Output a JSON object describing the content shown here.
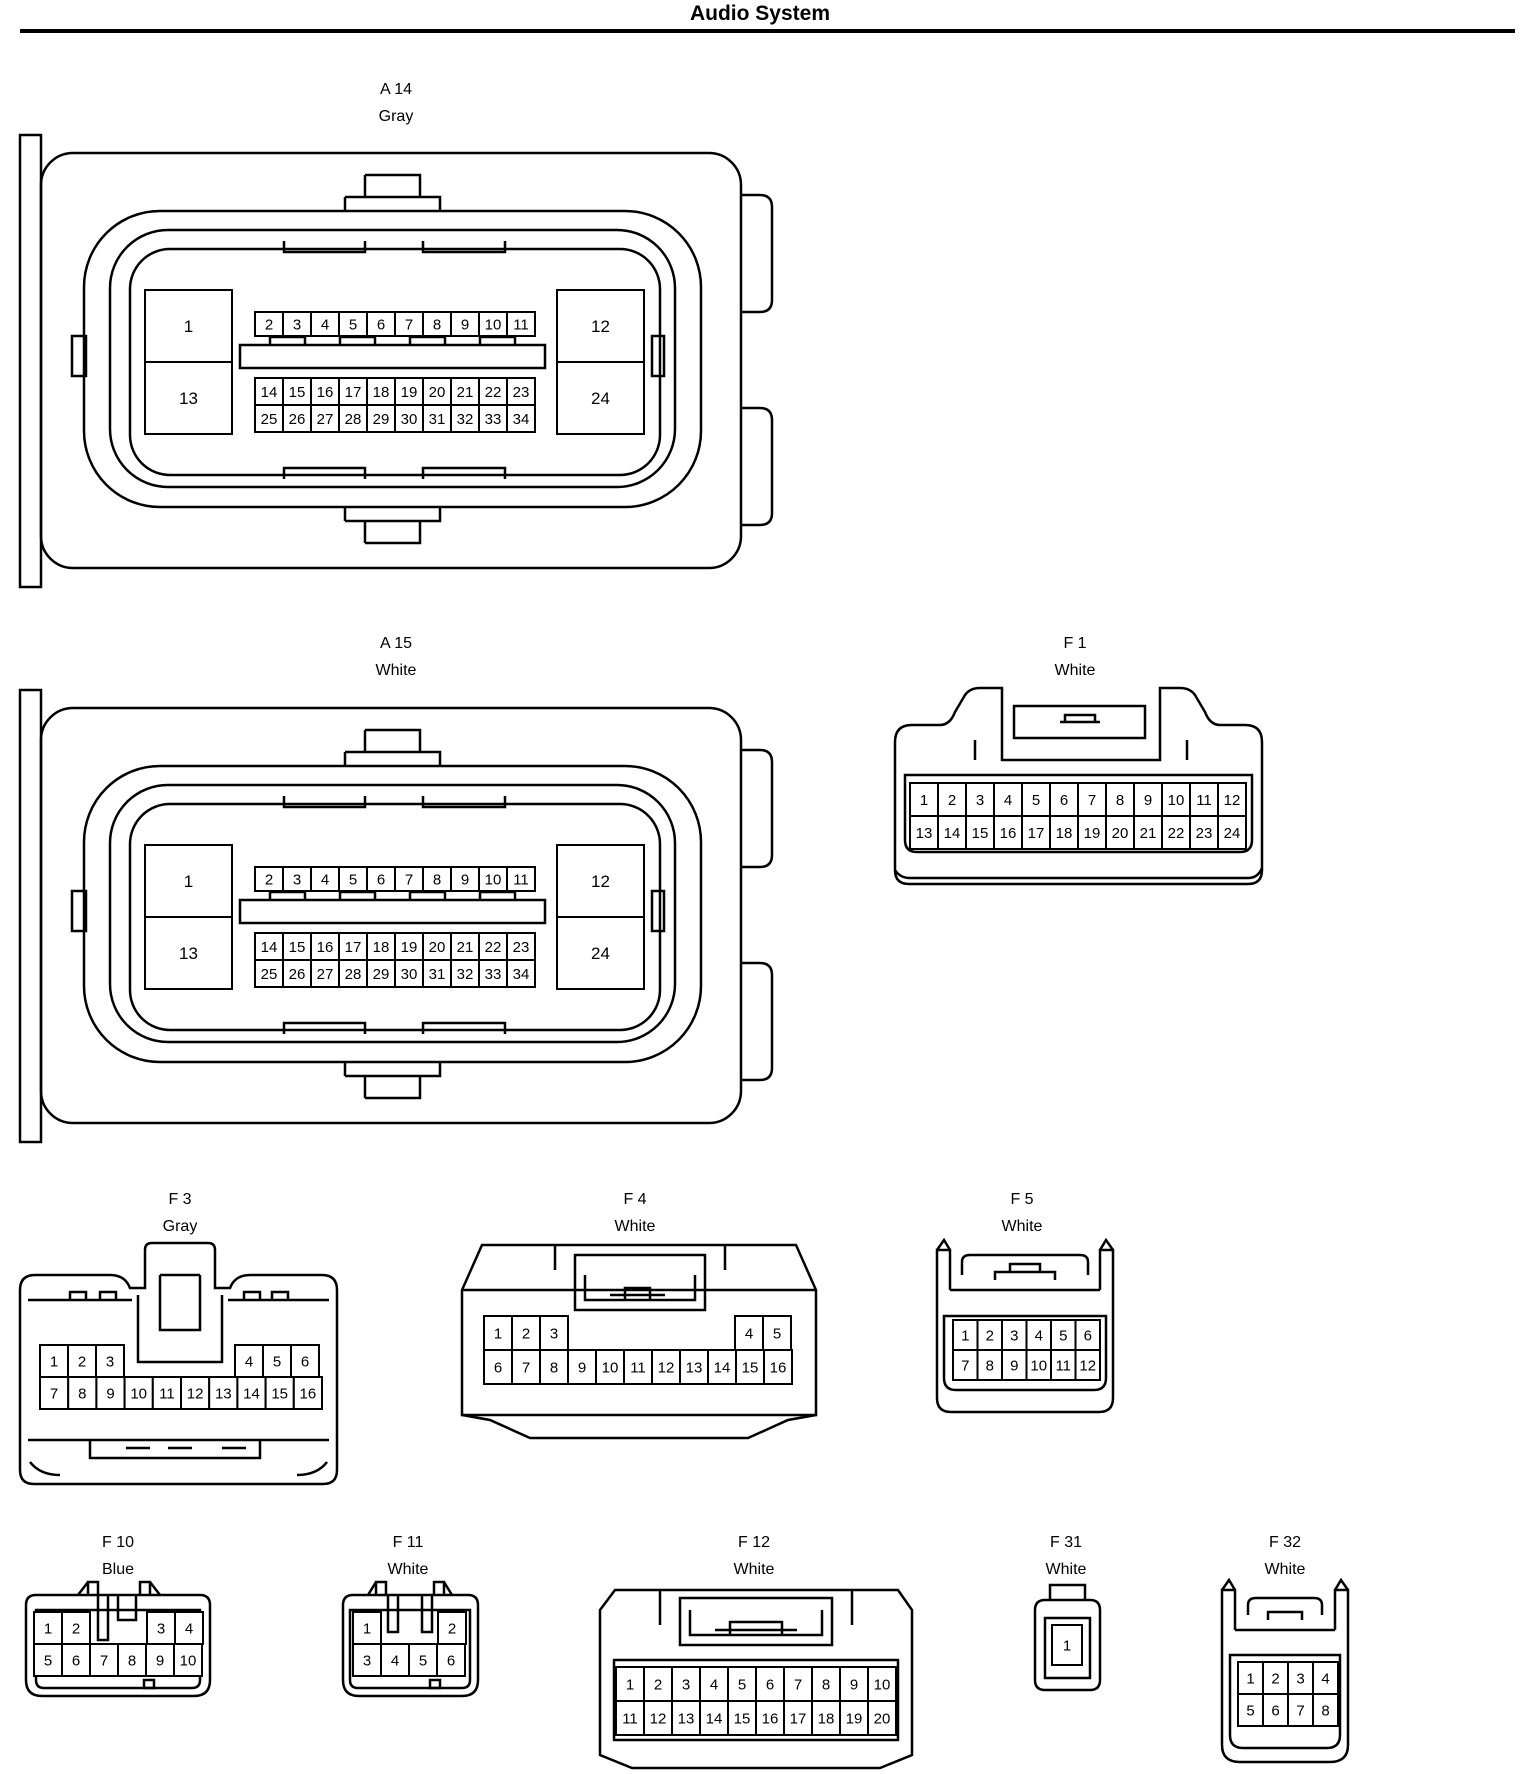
{
  "header": {
    "title": "Audio System"
  },
  "connectors": [
    {
      "id": "A 14",
      "color": "Gray",
      "pins": [
        "1",
        "2",
        "3",
        "4",
        "5",
        "6",
        "7",
        "8",
        "9",
        "10",
        "11",
        "12",
        "13",
        "14",
        "15",
        "16",
        "17",
        "18",
        "19",
        "20",
        "21",
        "22",
        "23",
        "24",
        "25",
        "26",
        "27",
        "28",
        "29",
        "30",
        "31",
        "32",
        "33",
        "34"
      ]
    },
    {
      "id": "A 15",
      "color": "White",
      "pins": [
        "1",
        "2",
        "3",
        "4",
        "5",
        "6",
        "7",
        "8",
        "9",
        "10",
        "11",
        "12",
        "13",
        "14",
        "15",
        "16",
        "17",
        "18",
        "19",
        "20",
        "21",
        "22",
        "23",
        "24",
        "25",
        "26",
        "27",
        "28",
        "29",
        "30",
        "31",
        "32",
        "33",
        "34"
      ]
    },
    {
      "id": "F 1",
      "color": "White",
      "pins": [
        "1",
        "2",
        "3",
        "4",
        "5",
        "6",
        "7",
        "8",
        "9",
        "10",
        "11",
        "12",
        "13",
        "14",
        "15",
        "16",
        "17",
        "18",
        "19",
        "20",
        "21",
        "22",
        "23",
        "24"
      ]
    },
    {
      "id": "F 3",
      "color": "Gray",
      "pins": [
        "1",
        "2",
        "3",
        "4",
        "5",
        "6",
        "7",
        "8",
        "9",
        "10",
        "11",
        "12",
        "13",
        "14",
        "15",
        "16"
      ]
    },
    {
      "id": "F 4",
      "color": "White",
      "pins": [
        "1",
        "2",
        "3",
        "4",
        "5",
        "6",
        "7",
        "8",
        "9",
        "10",
        "11",
        "12",
        "13",
        "14",
        "15",
        "16"
      ]
    },
    {
      "id": "F 5",
      "color": "White",
      "pins": [
        "1",
        "2",
        "3",
        "4",
        "5",
        "6",
        "7",
        "8",
        "9",
        "10",
        "11",
        "12"
      ]
    },
    {
      "id": "F 10",
      "color": "Blue",
      "pins": [
        "1",
        "2",
        "3",
        "4",
        "5",
        "6",
        "7",
        "8",
        "9",
        "10"
      ]
    },
    {
      "id": "F 11",
      "color": "White",
      "pins": [
        "1",
        "2",
        "3",
        "4",
        "5",
        "6"
      ]
    },
    {
      "id": "F 12",
      "color": "White",
      "pins": [
        "1",
        "2",
        "3",
        "4",
        "5",
        "6",
        "7",
        "8",
        "9",
        "10",
        "11",
        "12",
        "13",
        "14",
        "15",
        "16",
        "17",
        "18",
        "19",
        "20"
      ]
    },
    {
      "id": "F 31",
      "color": "White",
      "pins": [
        "1"
      ]
    },
    {
      "id": "F 32",
      "color": "White",
      "pins": [
        "1",
        "2",
        "3",
        "4",
        "5",
        "6",
        "7",
        "8"
      ]
    }
  ]
}
